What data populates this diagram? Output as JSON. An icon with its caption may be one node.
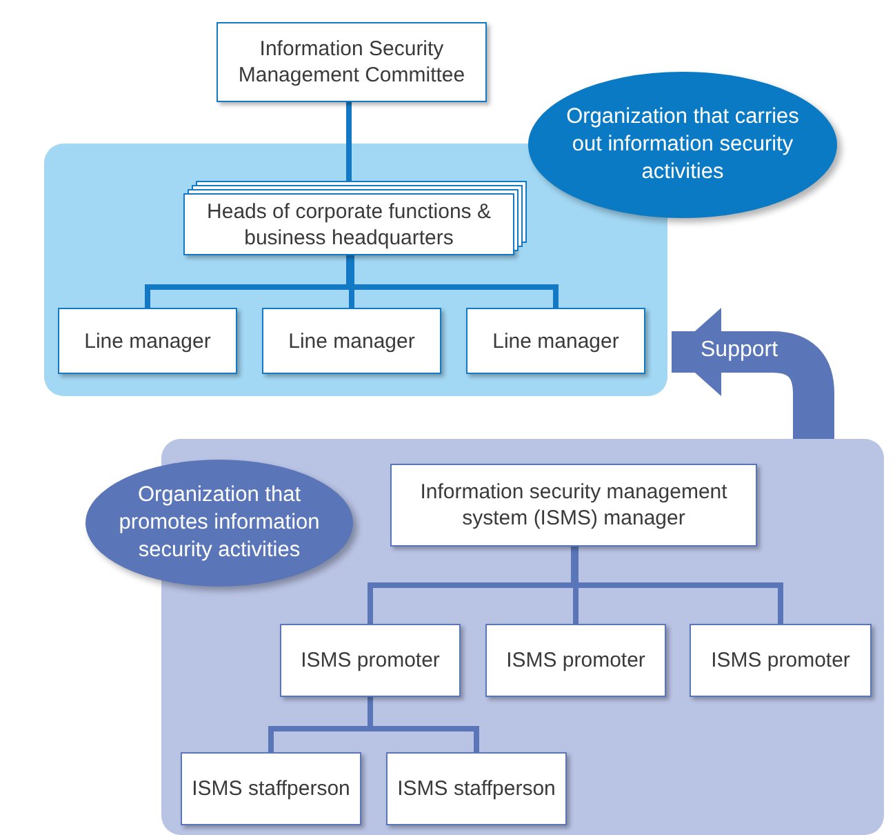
{
  "diagram": {
    "nodes": [
      {
        "text": [
          "Information Security Management Committee"
        ]
      },
      {
        "text": [],
        "shape": "box"
      },
      {
        "text": [
          "Heads of corporate functions & business headquarters"
        ],
        "in": 1
      },
      {
        "text": [
          "Line manager"
        ],
        "in": 1
      },
      {
        "text": [
          "Line manager"
        ],
        "in": 1
      },
      {
        "text": [
          "Line manager"
        ],
        "in": 1
      },
      {
        "text": [
          "Organization that carries out information security activities"
        ]
      },
      {
        "text": [],
        "shape": "box"
      },
      {
        "text": [
          "Organization that promotes information security activities"
        ]
      },
      {
        "text": [
          "Information security management system (ISMS) manager"
        ],
        "in": 7
      },
      {
        "text": [
          "ISMS promoter"
        ],
        "in": 7
      },
      {
        "text": [
          "ISMS promoter"
        ],
        "in": 7
      },
      {
        "text": [
          "ISMS promoter"
        ],
        "in": 7
      },
      {
        "text": [
          "ISMS staffperson"
        ],
        "in": 7
      },
      {
        "text": [
          "ISMS staffperson"
        ],
        "in": 7
      }
    ],
    "edges": [
      {
        "from": 0,
        "to": 2,
        "arrow": "none",
        "color": "#1479c4"
      },
      {
        "from": 2,
        "to": 3,
        "arrow": "none",
        "color": "#1479c4"
      },
      {
        "from": 2,
        "to": 4,
        "arrow": "none",
        "color": "#1479c4"
      },
      {
        "from": 2,
        "to": 5,
        "arrow": "none",
        "color": "#1479c4"
      },
      {
        "from": 7,
        "to": 1,
        "arrow": "to",
        "label": "Support",
        "style": "thick"
      },
      {
        "from": 9,
        "to": 10,
        "arrow": "none"
      },
      {
        "from": 9,
        "to": 11,
        "arrow": "none"
      },
      {
        "from": 9,
        "to": 12,
        "arrow": "none"
      },
      {
        "from": 10,
        "to": 13,
        "arrow": "none"
      },
      {
        "from": 10,
        "to": 14,
        "arrow": "none"
      }
    ]
  }
}
